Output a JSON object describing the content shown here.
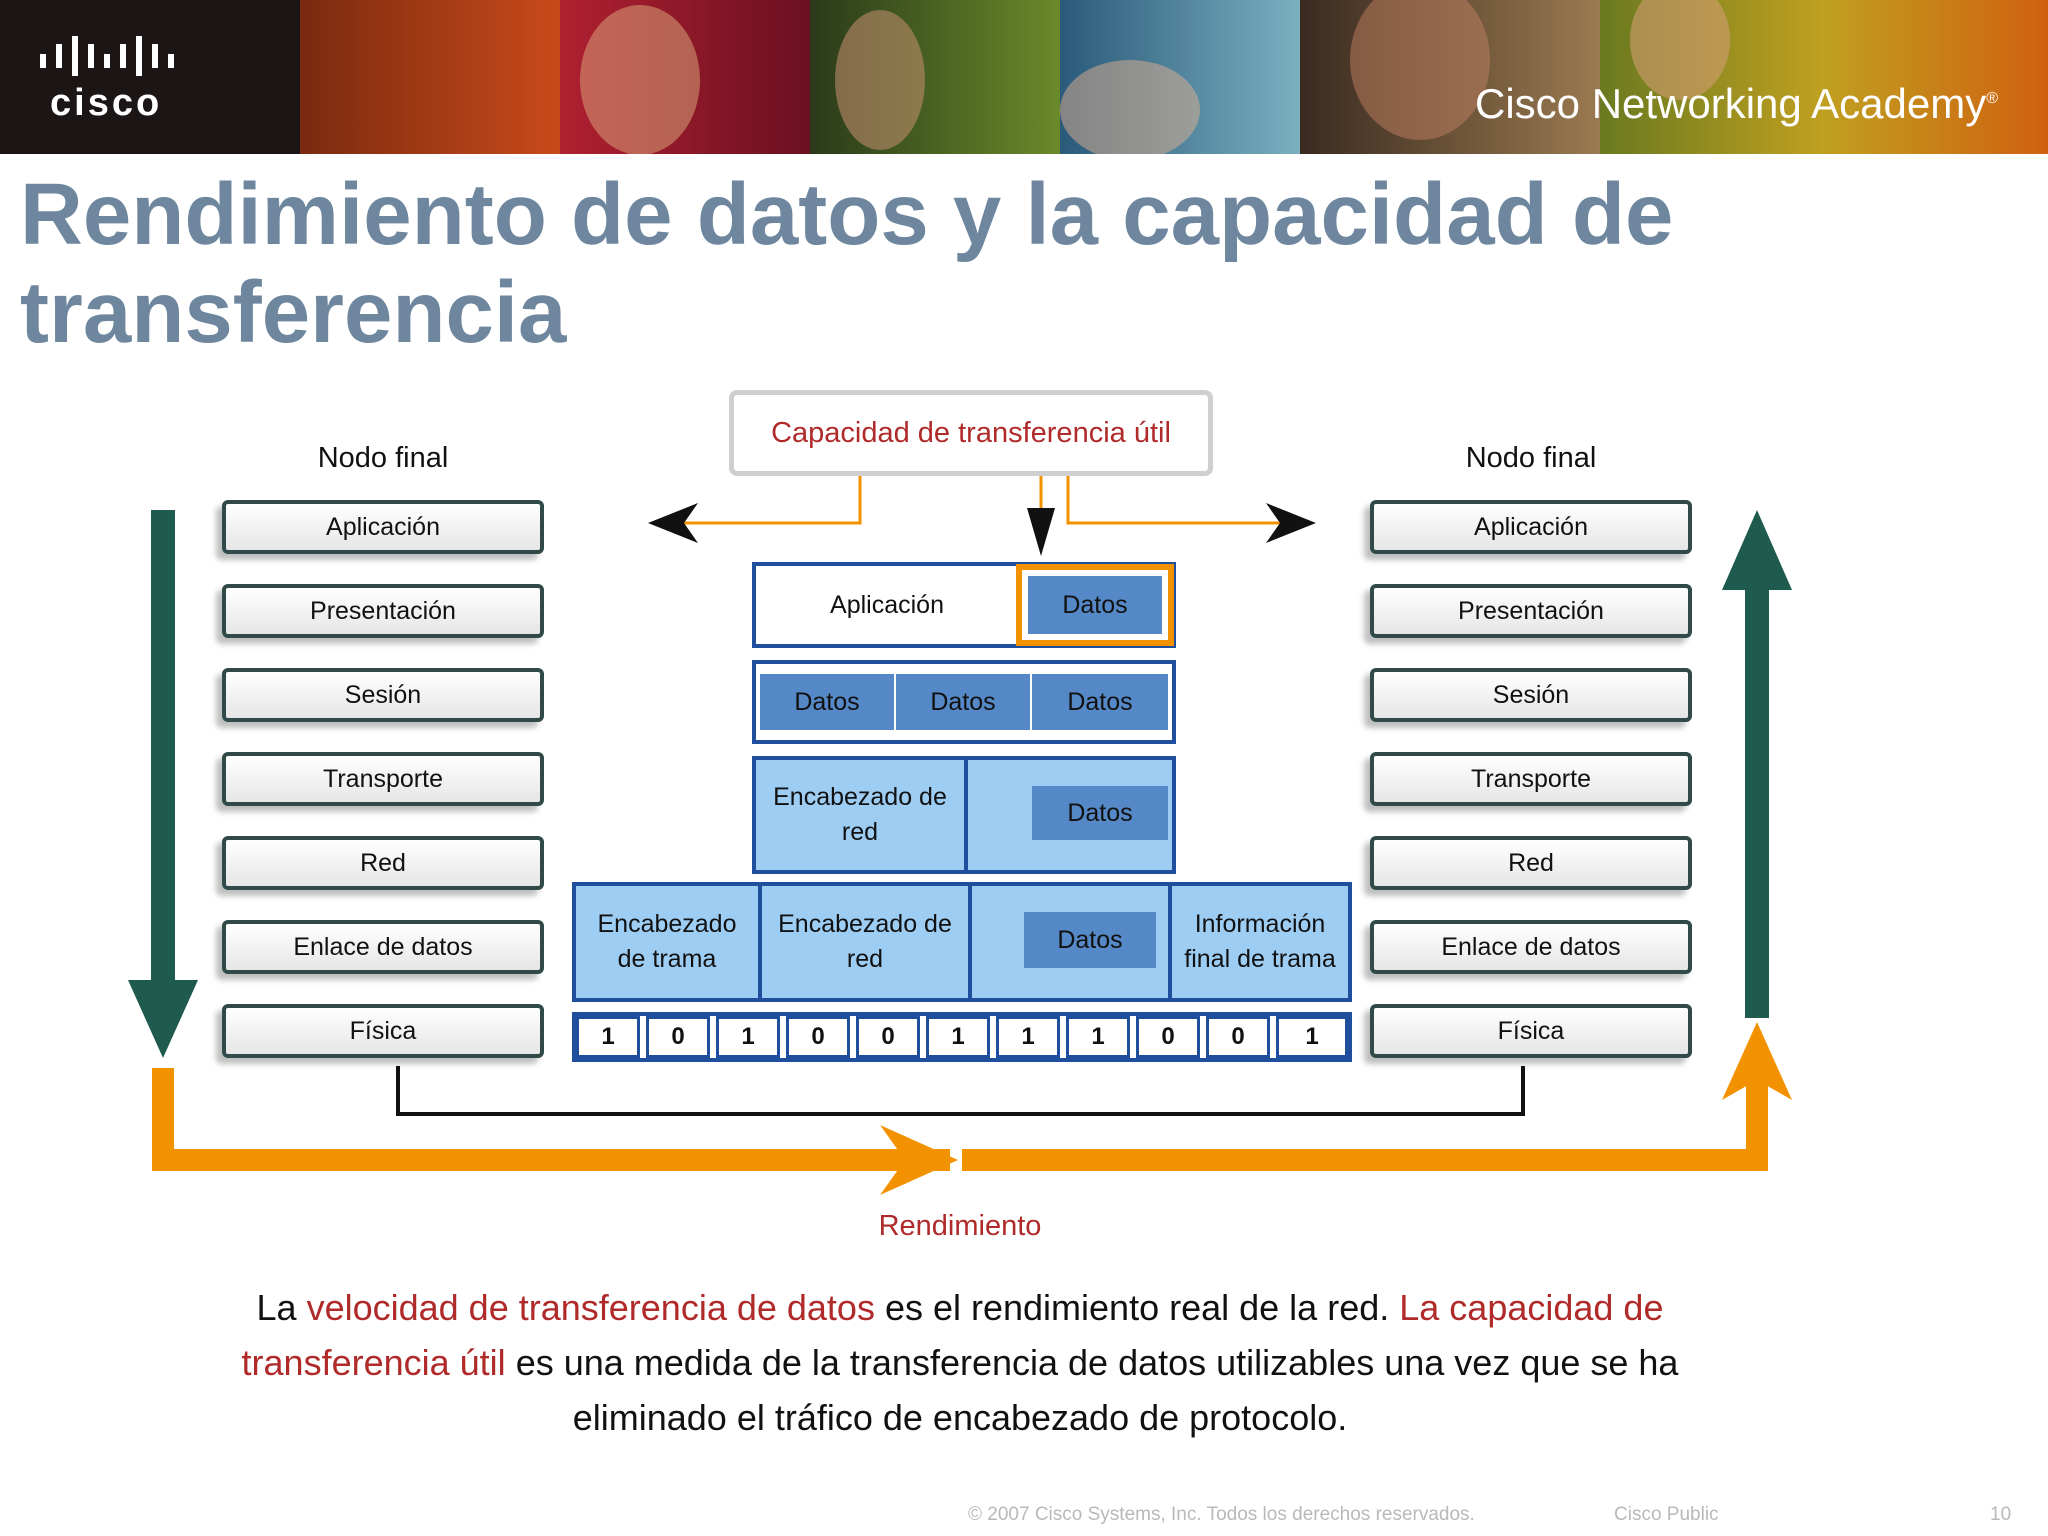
{
  "banner": {
    "cisco_logo_text": "cisco",
    "academy_text": "Cisco Networking Academy",
    "academy_mark": "®"
  },
  "title": "Rendimiento de datos y la capacidad de transferencia",
  "diagram": {
    "left_node": {
      "label": "Nodo final",
      "layers": [
        "Aplicación",
        "Presentación",
        "Sesión",
        "Transporte",
        "Red",
        "Enlace de datos",
        "Física"
      ]
    },
    "right_node": {
      "label": "Nodo final",
      "layers": [
        "Aplicación",
        "Presentación",
        "Sesión",
        "Transporte",
        "Red",
        "Enlace de datos",
        "Física"
      ]
    },
    "goodput_label": "Capacidad de transferencia útil",
    "row_app": {
      "app": "Aplicación",
      "data": "Datos"
    },
    "row_segments": [
      "Datos",
      "Datos",
      "Datos"
    ],
    "row_packet": {
      "header": "Encabezado de red",
      "data": "Datos"
    },
    "row_frame": {
      "frame_header": "Encabezado de trama",
      "net_header": "Encabezado de red",
      "data": "Datos",
      "trailer": "Información final de trama"
    },
    "bits": [
      "1",
      "0",
      "1",
      "0",
      "0",
      "1",
      "1",
      "1",
      "0",
      "0",
      "1"
    ],
    "throughput_label": "Rendimiento"
  },
  "caption": {
    "p1": "La ",
    "h1": "velocidad de transferencia de datos",
    "p2": " es el rendimiento real de la red. ",
    "h2": "La capacidad de transferencia útil",
    "p3": "  es una medida de la transferencia de datos utilizables una vez que se ha eliminado el tráfico de encabezado de protocolo."
  },
  "footer": {
    "copyright": "© 2007 Cisco Systems, Inc. Todos los derechos reservados.",
    "classification": "Cisco Public",
    "page": "10"
  },
  "colors": {
    "title": "#6e879f",
    "highlight_red": "#b02a2a",
    "orange": "#f39200",
    "dark_green": "#1f5a4e",
    "light_blue": "#9ecdf4",
    "dark_blue": "#5588c6",
    "frame_blue": "#1f4e9c"
  }
}
